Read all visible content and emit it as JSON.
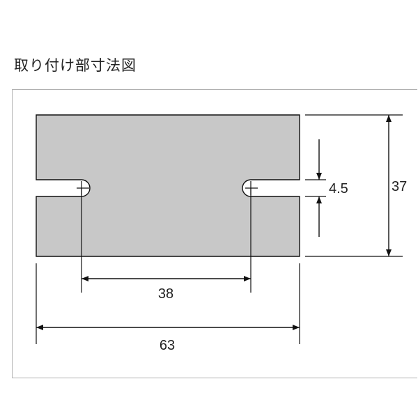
{
  "title": "取り付け部寸法図",
  "dimensions": {
    "hole_spacing": "38",
    "overall_width": "63",
    "slot_width": "4.5",
    "overall_height": "37"
  },
  "colors": {
    "plate_fill": "#c8c8c8",
    "line": "#111111",
    "frame": "#b0b0b0"
  }
}
